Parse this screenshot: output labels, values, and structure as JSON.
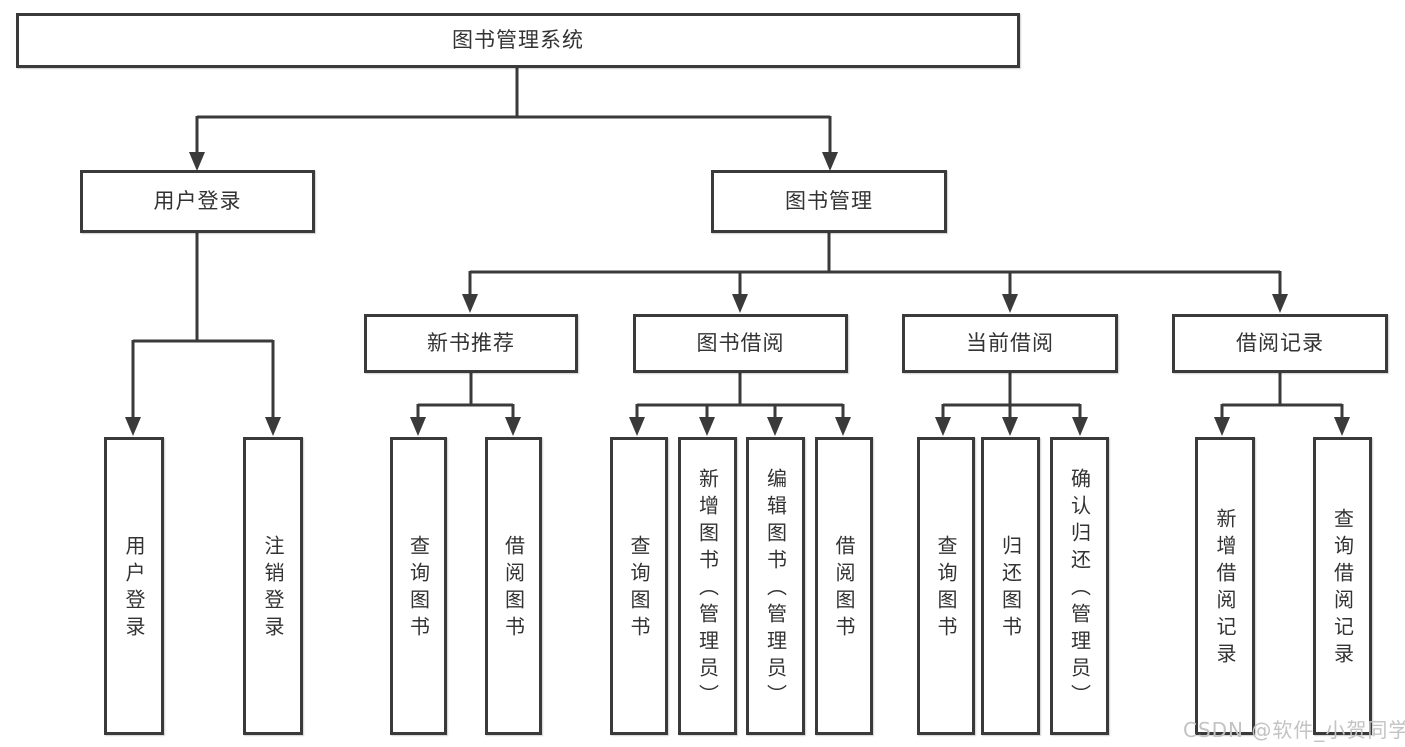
{
  "diagram": {
    "title": "图书管理系统",
    "type": "tree",
    "colors": {
      "line": "#3a3a3a",
      "box_border": "#3a3a3a",
      "box_fill": "#ffffff",
      "text": "#333333",
      "watermark": "#c3c3c3"
    },
    "root": "图书管理系统",
    "level2": [
      "用户登录",
      "图书管理"
    ],
    "level3": [
      "新书推荐",
      "图书借阅",
      "当前借阅",
      "借阅记录"
    ],
    "leaves_user_login": [
      "用户登录",
      "注销登录"
    ],
    "leaves_new_book": [
      "查询图书",
      "借阅图书"
    ],
    "leaves_book_borrow": [
      "查询图书",
      "新增图书（管理员）",
      "编辑图书（管理员）",
      "借阅图书"
    ],
    "leaves_current_borrow": [
      "查询图书",
      "归还图书",
      "确认归还（管理员）"
    ],
    "leaves_borrow_record": [
      "新增借阅记录",
      "查询借阅记录"
    ],
    "hierarchy": {
      "图书管理系统": {
        "用户登录": [
          "用户登录",
          "注销登录"
        ],
        "图书管理": {
          "新书推荐": [
            "查询图书",
            "借阅图书"
          ],
          "图书借阅": [
            "查询图书",
            "新增图书（管理员）",
            "编辑图书（管理员）",
            "借阅图书"
          ],
          "当前借阅": [
            "查询图书",
            "归还图书",
            "确认归还（管理员）"
          ],
          "借阅记录": [
            "新增借阅记录",
            "查询借阅记录"
          ]
        }
      }
    }
  },
  "watermark": "CSDN @软件_小贺同学"
}
